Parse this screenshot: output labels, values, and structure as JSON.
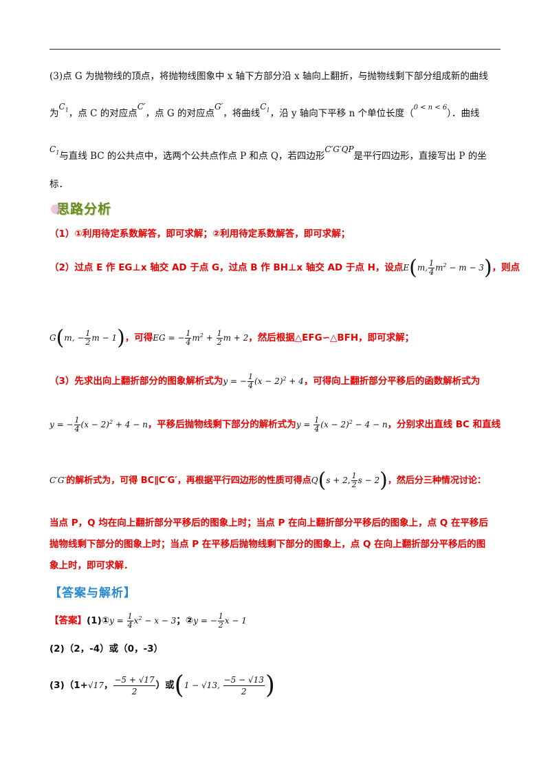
{
  "problem": {
    "line1": "(3)点 G 为抛物线的顶点，将抛物线图象中 x 轴下方部分沿 x 轴向上翻折，与抛物线剩下部分组成新的曲线",
    "line2_a": "为",
    "line2_b": "，点 C 的对应点",
    "line2_c": "，点 G 的对应点",
    "line2_d": "，将曲线",
    "line2_e": "，沿 y 轴向下平移 n 个单位长度（",
    "line2_f": "）．曲线",
    "line3_a": "与直线 BC 的公共点中，选两个公共点作点 P 和点 Q，若四边形",
    "line3_b": "是平行四边形，直接写出 P 的坐",
    "line4": "标．",
    "C1": "C",
    "C1_sub": "1",
    "Cprime": "C′",
    "Gprime": "G′",
    "n_range": "0 < n < 6",
    "quad": "C′G′QP"
  },
  "analysis": {
    "heading": "思路分析",
    "p1": "（1）①利用待定系数解答，即可求解；②利用待定系数解答，即可求解；",
    "p2_a": "（2）过点 E 作 EG⊥x 轴交 AD 于点 G，过点 B 作 BH⊥x 轴交 AD 于点 H，设点",
    "p2_E": "E",
    "p2_Eexpr_a": "m,",
    "p2_Eexpr_b": "m",
    "p2_Eexpr_c": " − m − 3",
    "p2_b": "，则点",
    "p2_G": "G",
    "p2_Gexpr_a": "m, −",
    "p2_Gexpr_b": "m − 1",
    "p2_c": "，可得",
    "p2_EG_a": "EG = −",
    "p2_EG_b": "m",
    "p2_EG_c": " + ",
    "p2_EG_d": "m + 2",
    "p2_d": "，然后根据△EFG∽△BFH，即可求解；",
    "p3_a": "（3）先求出向上翻折部分的图象解析式为",
    "p3_eq1_a": "y = −",
    "p3_eq1_b": "(x − 2)",
    "p3_eq1_c": " + 4",
    "p3_b": "，可得向上翻折部分平移后的函数解析式为",
    "p3_eq2_a": "y = −",
    "p3_eq2_b": "(x − 2)",
    "p3_eq2_c": " + 4 − n",
    "p3_c": "，平移后抛物线剩下部分的解析式为",
    "p3_eq3_a": "y = ",
    "p3_eq3_b": "(x − 2)",
    "p3_eq3_c": " − 4 − n",
    "p3_d": "，分别求出直线 BC 和直线",
    "p3_CG": "C′G′",
    "p3_e": "的解析式为，可得 BC∥C′G′，再根据平行四边形的性质可得点",
    "p3_Q": "Q",
    "p3_Qexpr_a": "s + 2,",
    "p3_Qexpr_b": "s − 2",
    "p3_f": "，然后分三种情况讨论：",
    "p4_l1": "当点 P，Q 均在向上翻折部分平移后的图象上时；当点 P 在向上翻折部分平移后的图象上，点 Q 在平移后",
    "p4_l2": "抛物线剩下部分的图象上时；当点 P 在平移后抛物线剩下部分的图象上，点 Q 在向上翻折部分平移后的图",
    "p4_l3": "象上时，即可求解．"
  },
  "answer": {
    "title": "【答案与解析】",
    "label": "【答案】",
    "a1_a": "(1)①",
    "a1_eq1_a": "y = ",
    "a1_eq1_b": "x",
    "a1_eq1_c": " − x − 3",
    "a1_sep": "；②",
    "a1_eq2_a": "y = −",
    "a1_eq2_b": "x − 1",
    "a2": "(2)（2，-4）或（0，-3）",
    "a3_a": "(3)（1+",
    "a3_sqrt17": "√17",
    "a3_b": "，",
    "a3_frac1_num": "−5 + √17",
    "a3_frac1_den": "2",
    "a3_c": "）或",
    "a3_d": "1 − √13, ",
    "a3_frac2_num": "−5 − √13",
    "a3_frac2_den": "2"
  },
  "frac": {
    "one": "1",
    "two": "2",
    "four": "4",
    "sq": "2"
  },
  "colors": {
    "accent_red": "#e60000",
    "heading_green": "#6a8a2a",
    "title_blue": "#2a8ad0"
  }
}
